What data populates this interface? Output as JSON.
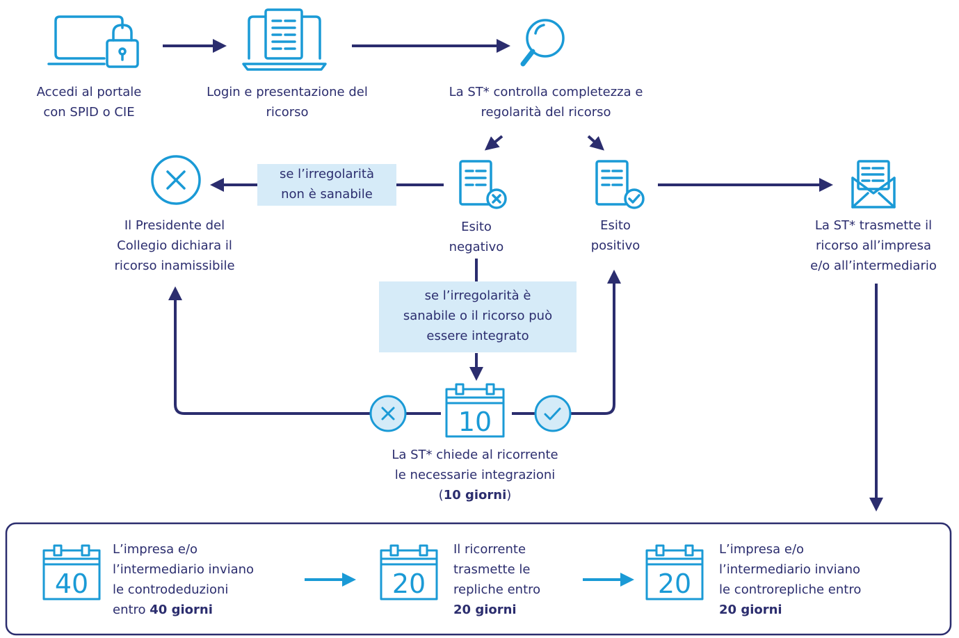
{
  "colors": {
    "dark": "#2b2d6e",
    "blue": "#1a9ad6",
    "light_blue": "#d6ebf8",
    "circle_fill": "#d4ebf8"
  },
  "steps": {
    "access": {
      "icon": "laptop-lock-icon",
      "lines": [
        "Accedi al portale",
        "con SPID o CIE"
      ]
    },
    "login": {
      "icon": "laptop-document-icon",
      "lines": [
        "Login e presentazione del",
        "ricorso"
      ]
    },
    "check": {
      "icon": "magnifier-icon",
      "lines": [
        "La ST* controlla completezza e",
        "regolarità del ricorso"
      ]
    },
    "negative": {
      "icon": "document-x-icon",
      "lines": [
        "Esito",
        "negativo"
      ]
    },
    "positive": {
      "icon": "document-check-icon",
      "lines": [
        "Esito",
        "positivo"
      ]
    },
    "transmit": {
      "icon": "envelope-document-icon",
      "lines": [
        "La ST* trasmette il",
        "ricorso all’impresa",
        "e/o all’intermediario"
      ]
    },
    "inadmissible": {
      "icon": "circle-x-icon",
      "lines": [
        "Il Presidente del",
        "Collegio dichiara il",
        "ricorso inamissibile"
      ]
    },
    "integration": {
      "icon": "calendar-icon",
      "calendar_number": "10",
      "lines": [
        "La ST* chiede al ricorrente",
        "le necessarie integrazioni"
      ],
      "deadline_open": "(",
      "deadline_bold": "10 giorni",
      "deadline_close": ")"
    }
  },
  "notes": {
    "not_fixable": [
      "se l’irregolarità",
      "non è sanabile"
    ],
    "fixable": [
      "se l’irregolarità è",
      "sanabile o il ricorso può",
      "essere integrato"
    ]
  },
  "bottom_steps": [
    {
      "calendar_number": "40",
      "lines": [
        "L’impresa e/o",
        "l’intermediario inviano",
        "le controdeduzioni"
      ],
      "last_prefix": "entro ",
      "last_bold": "40 giorni"
    },
    {
      "calendar_number": "20",
      "lines": [
        "Il ricorrente",
        "trasmette le",
        "repliche entro"
      ],
      "last_prefix": "",
      "last_bold": "20 giorni"
    },
    {
      "calendar_number": "20",
      "lines": [
        "L’impresa e/o",
        "l’intermediario inviano",
        "le controrepliche entro"
      ],
      "last_prefix": "",
      "last_bold": "20 giorni"
    }
  ]
}
